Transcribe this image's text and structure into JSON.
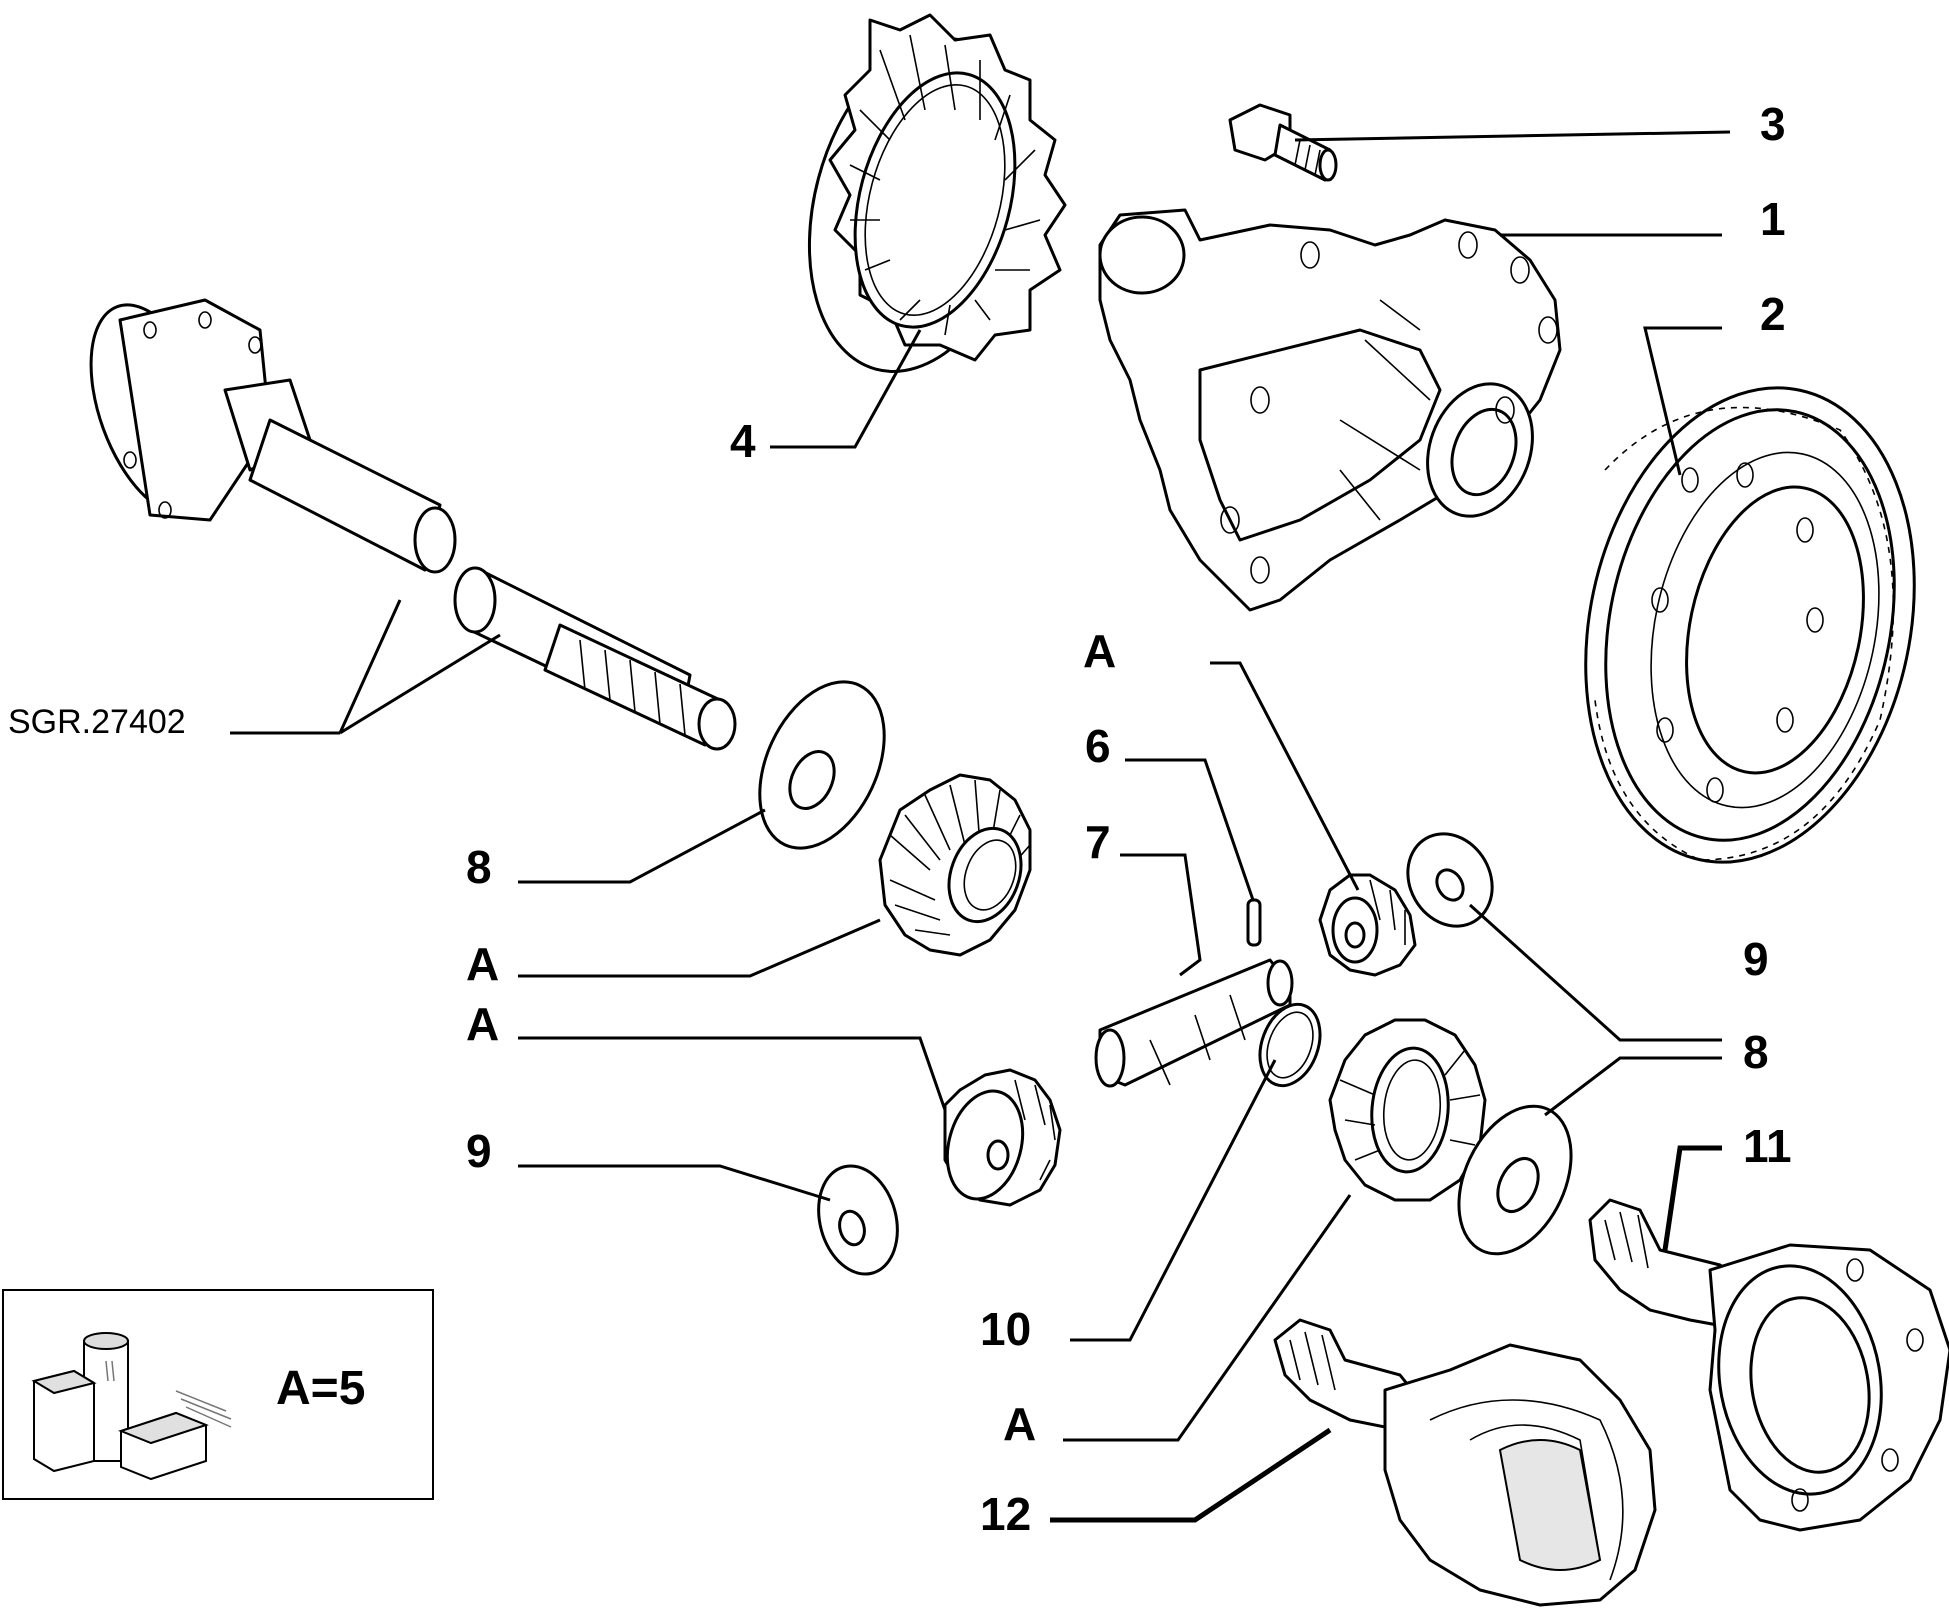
{
  "diagram": {
    "reference_code": "SGR.27402",
    "callouts": {
      "c1": "1",
      "c2": "2",
      "c3": "3",
      "c4": "4",
      "c6": "6",
      "c7": "7",
      "c8_left": "8",
      "c8_right": "8",
      "c9_left": "9",
      "c9_right": "9",
      "c10": "10",
      "c11": "11",
      "c12": "12",
      "cA_top": "A",
      "cA_left1": "A",
      "cA_left2": "A",
      "cA_bottom": "A"
    },
    "legend": {
      "text": "A=5",
      "icon": "parts-kit-icon"
    }
  }
}
